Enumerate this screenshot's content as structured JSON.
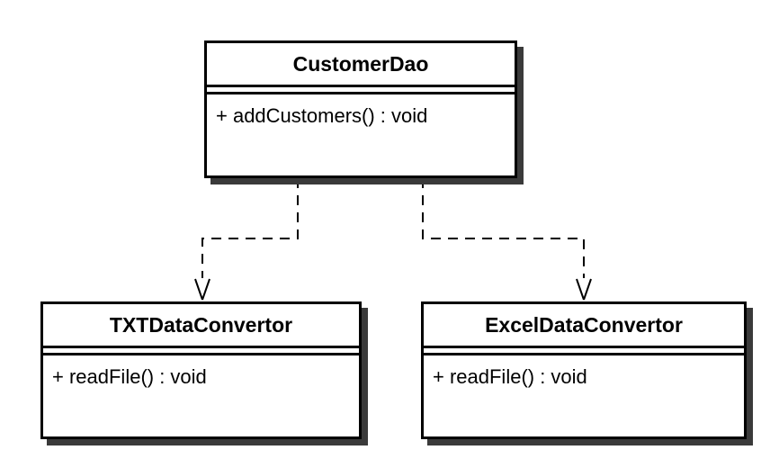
{
  "diagram": {
    "type": "uml-class-diagram",
    "background_color": "#ffffff",
    "line_color": "#000000",
    "shadow_color": "#3a3a3a",
    "classes": [
      {
        "id": "customer-dao",
        "name": "CustomerDao",
        "attributes": [],
        "methods": [
          "+ addCustomers() : void"
        ]
      },
      {
        "id": "txt-data-convertor",
        "name": "TXTDataConvertor",
        "attributes": [],
        "methods": [
          "+ readFile() : void"
        ]
      },
      {
        "id": "excel-data-convertor",
        "name": "ExcelDataConvertor",
        "attributes": [],
        "methods": [
          "+ readFile() : void"
        ]
      }
    ],
    "relationships": [
      {
        "from": "CustomerDao",
        "to": "TXTDataConvertor",
        "type": "dependency",
        "line_style": "dashed",
        "arrowhead": "open"
      },
      {
        "from": "CustomerDao",
        "to": "ExcelDataConvertor",
        "type": "dependency",
        "line_style": "dashed",
        "arrowhead": "open"
      }
    ]
  }
}
